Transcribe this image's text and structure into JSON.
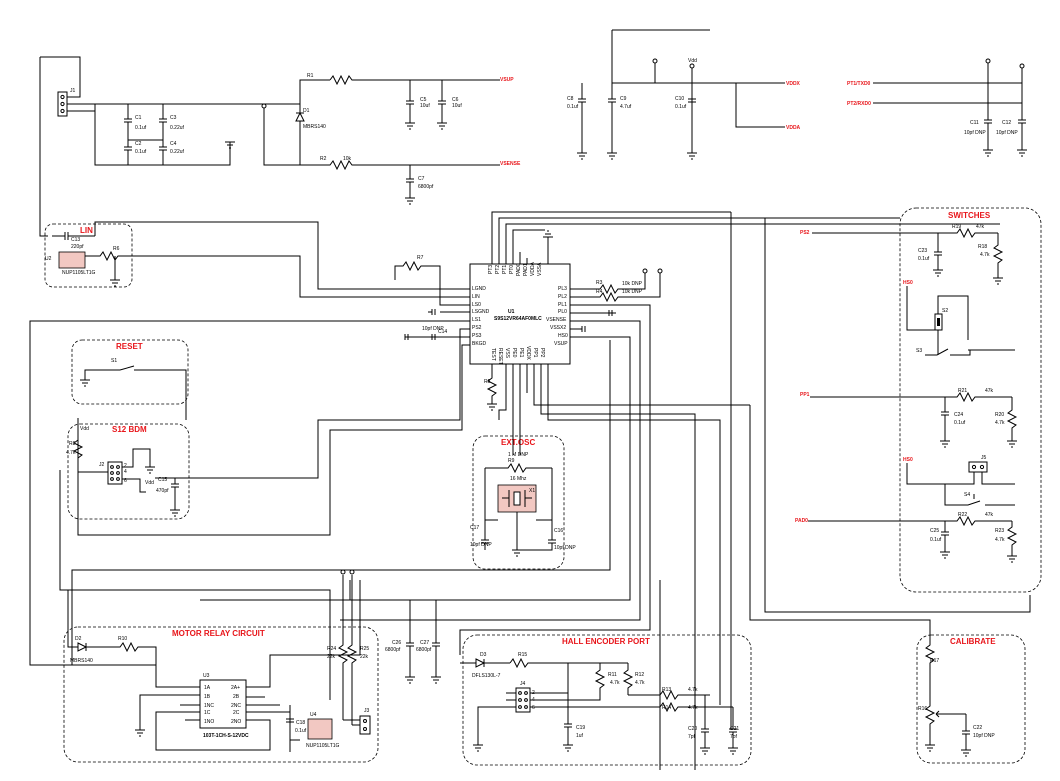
{
  "sections": {
    "lin": "LIN",
    "reset": "RESET",
    "s12bdm": "S12 BDM",
    "extosc": "EXT.OSC",
    "switches": "SWITCHES",
    "motor_relay": "MOTOR RELAY CIRCUIT",
    "hall_encoder": "HALL ENCODER PORT",
    "calibrate": "CALIBRATE"
  },
  "nets": {
    "vsup": "VSUP",
    "vsense": "VSENSE",
    "vddx": "VDDX",
    "vdda": "VDDA",
    "pt1txd0": "PT1/TXD0",
    "pt2rxd0": "PT2/RXD0",
    "ps2": "PS2",
    "hs0_a": "HS0",
    "pp1": "PP1",
    "hs0_b": "HS0",
    "pad0": "PAD0",
    "vdd": "Vdd",
    "vdd_bdm1": "Vdd",
    "vdd_bdm2": "Vdd"
  },
  "mcu": {
    "ref": "U1",
    "part": "S9S12VR64AF0MLC",
    "top_pins": [
      "PT3",
      "PT2",
      "PT1",
      "PT0",
      "PAD0",
      "PAD1",
      "VDDA",
      "VSSA"
    ],
    "left_pins": [
      "LGND",
      "LIN",
      "LS0",
      "LSGND",
      "LS1",
      "PS2",
      "PS3",
      "BKGD"
    ],
    "right_pins": [
      "PL3",
      "PL2",
      "PL1",
      "PL0",
      "VSENSE",
      "VSSX2",
      "HS0",
      "VSUP"
    ],
    "bottom_pins": [
      "TEST",
      "RESET",
      "VSS",
      "PE0",
      "PE1",
      "VDDX",
      "PP1",
      "PP2"
    ]
  },
  "labels": {
    "j1": "J1",
    "c1": "C1",
    "c1v": "0.1uf",
    "c2": "C2",
    "c2v": "0.1uf",
    "c3": "C3",
    "c3v": "0.22uf",
    "c4": "C4",
    "c4v": "0.22uf",
    "r1": "R1",
    "d1": "D1",
    "d1v": "MBRS140",
    "c5": "C5",
    "c5v": "10uf",
    "c6": "C6",
    "c6v": "10uf",
    "r2": "R2",
    "r2v": "10k",
    "c7": "C7",
    "c7v": "6800pf",
    "c8": "C8",
    "c8v": "0.1uf",
    "c9": "C9",
    "c9v": "4.7uf",
    "c10": "C10",
    "c10v": "0.1uf",
    "c11": "C11",
    "c11v": "10pf DNP",
    "c12": "C12",
    "c12v": "10pf DNP",
    "c13": "C13",
    "c13v": "220pf",
    "u2": "U2",
    "u2v": "NUP1105LT1G",
    "r6": "R6",
    "r7": "R7",
    "r3": "R3",
    "r3v": "10k DNP",
    "r4": "R4",
    "r4v": "10k DNP",
    "c14": "C14",
    "c14v": "10pf DNP",
    "s1": "S1",
    "r5": "R5",
    "r8": "R8",
    "r8v": "4.7k",
    "vdd8": "Vdd",
    "j2": "J2",
    "c15": "C15",
    "c15v": "470pf",
    "r9": "R9",
    "r9v": "1 M DNP",
    "x1": "X1",
    "x1v": "16 Mhz",
    "c17": "C17",
    "c17v": "10pf DNP",
    "c16": "C16",
    "c16v": "10pf DNP",
    "r19": "R19",
    "r19v": "47k",
    "c23": "C23",
    "c23v": "0.1uf",
    "r18": "R18",
    "r18v": "4.7k",
    "s2": "S2",
    "s3": "S3",
    "r21": "R21",
    "r21v": "47k",
    "c24": "C24",
    "c24v": "0.1uf",
    "r20": "R20",
    "r20v": "4.7k",
    "j5": "J5",
    "s4": "S4",
    "r22": "R22",
    "r22v": "47k",
    "c25": "C25",
    "c25v": "0.1uf",
    "r23": "R23",
    "r23v": "4.7k",
    "d2": "D2",
    "d2v": "MBRS140",
    "r10": "R10",
    "u3": "U3",
    "u3v": "103T-1CH-S-12VDC",
    "r24": "R24",
    "r24v": "22k",
    "r25": "R25",
    "r25v": "22k",
    "c18": "C18",
    "c18v": "0.1uf",
    "u4": "U4",
    "u4v": "NUP1105LT1G",
    "j3": "J3",
    "c26": "C26",
    "c26v": "6800pf",
    "c27": "C27",
    "c27v": "6800pf",
    "d3": "D3",
    "d3v": "DFLS130L-7",
    "r15": "R15",
    "r11": "R11",
    "r11v": "4.7k",
    "r12": "R12",
    "r12v": "4.7k",
    "j4": "J4",
    "c19": "C19",
    "c19v": "1uf",
    "r13": "R13",
    "r13v": "4.7k",
    "r14": "R14",
    "r14v": "4.7k",
    "c20": "C20",
    "c20v": "7pf",
    "c21": "C21",
    "c21v": "7pf",
    "r17": "R17",
    "r16": "R16",
    "c22": "C22",
    "c22v": "10pf DNP"
  },
  "relay_pins_left": [
    "1A",
    "1B",
    "1NC",
    "1C",
    "1NO"
  ],
  "relay_pins_right": [
    "2A+",
    "2B",
    "2NC",
    "2C",
    "2NO"
  ],
  "j2_pins": [
    "1",
    "2",
    "3",
    "4",
    "5",
    "6"
  ],
  "j4_pins": [
    "1",
    "2",
    "3",
    "4",
    "5",
    "6"
  ],
  "colors": {
    "net_label": "#e8161b",
    "package_fill": "#f2c8c2",
    "wire": "#000000"
  }
}
